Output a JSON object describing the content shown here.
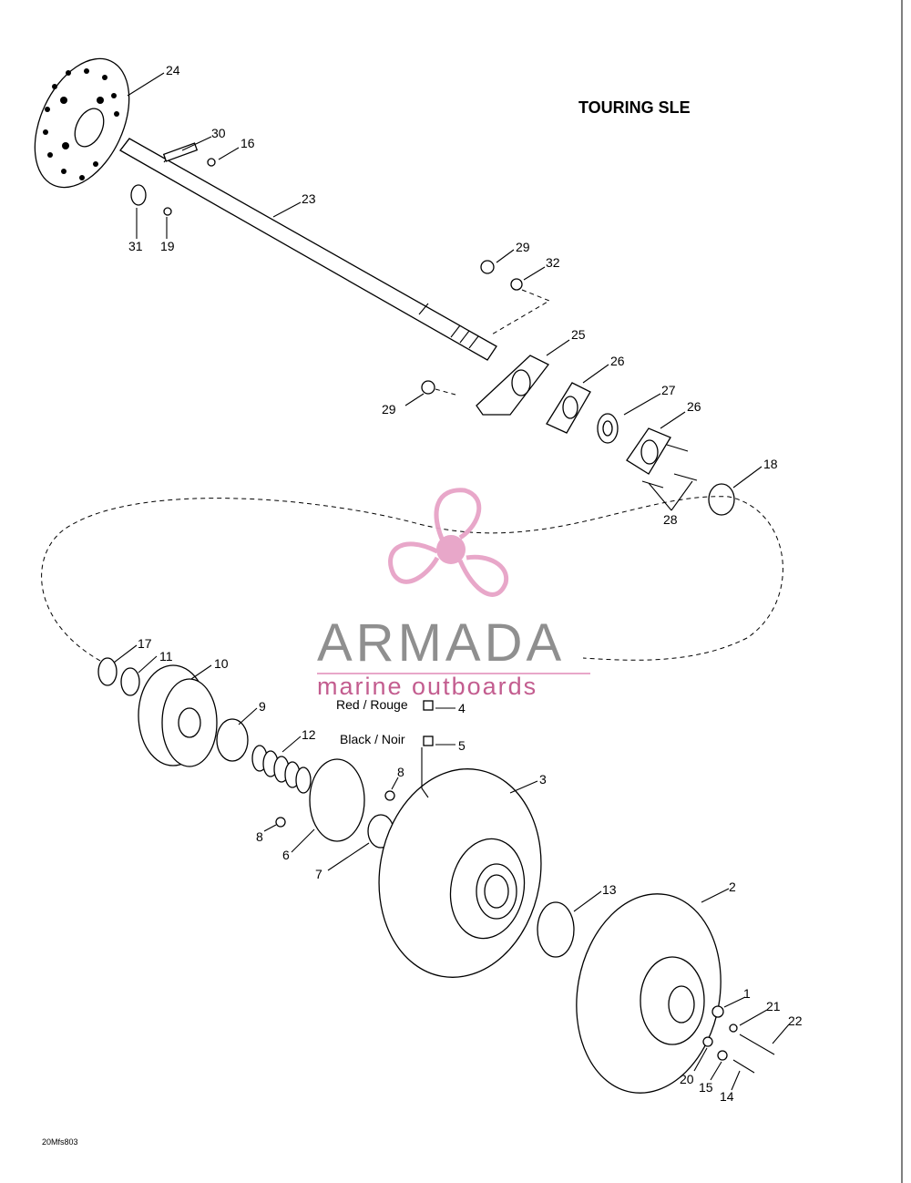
{
  "title": "TOURING SLE",
  "drawing_code": "20Mfs803",
  "notes": {
    "red": "Red / Rouge",
    "black": "Black / Noir"
  },
  "watermark": {
    "brand": "ARMADA",
    "subtitle": "marine outboards",
    "logo_color": "#e7a3c7"
  },
  "callouts": {
    "c1": "1",
    "c2": "2",
    "c3": "3",
    "c4": "4",
    "c5": "5",
    "c6": "6",
    "c7": "7",
    "c8a": "8",
    "c8b": "8",
    "c9": "9",
    "c10": "10",
    "c11": "11",
    "c12": "12",
    "c13": "13",
    "c14": "14",
    "c15": "15",
    "c16": "16",
    "c17": "17",
    "c18": "18",
    "c19": "19",
    "c20": "20",
    "c21": "21",
    "c22": "22",
    "c23": "23",
    "c24": "24",
    "c25": "25",
    "c26a": "26",
    "c26b": "26",
    "c27": "27",
    "c28": "28",
    "c29a": "29",
    "c29b": "29",
    "c30": "30",
    "c31": "31",
    "c32": "32"
  }
}
